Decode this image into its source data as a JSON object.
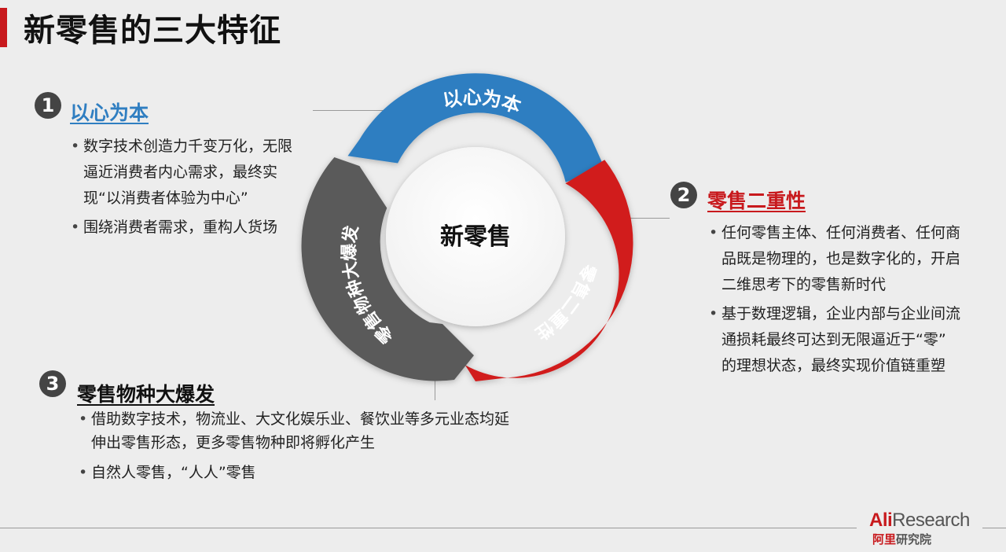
{
  "title": "新零售的三大特征",
  "center_label": "新零售",
  "segments": [
    {
      "label": "以心为本",
      "color": "#2f7ec1"
    },
    {
      "label": "零售二重性",
      "color": "#d11f1f"
    },
    {
      "label": "零售物种大爆发",
      "color": "#5a5a5a"
    }
  ],
  "sections": [
    {
      "number": "1",
      "heading": "以心为本",
      "bullets": [
        "数字技术创造力千变万化，无限逼近消费者内心需求，最终实现“以消费者体验为中心”",
        "围绕消费者需求，重构人货场"
      ]
    },
    {
      "number": "2",
      "heading": "零售二重性",
      "bullets": [
        "任何零售主体、任何消费者、任何商品既是物理的，也是数字化的，开启二维思考下的零售新时代",
        "基于数理逻辑，企业内部与企业间流通损耗最终可达到无限逼近于“零” 的理想状态，最终实现价值链重塑"
      ]
    },
    {
      "number": "3",
      "heading": "零售物种大爆发",
      "bullets": [
        "借助数字技术，物流业、大文化娱乐业、餐饮业等多元业态均延伸出零售形态，更多零售物种即将孵化产生",
        "自然人零售，“人人”零售"
      ]
    }
  ],
  "logo": {
    "ali": "Ali",
    "research": "Research",
    "sub_red": "阿里",
    "sub_grey": "研究院"
  }
}
